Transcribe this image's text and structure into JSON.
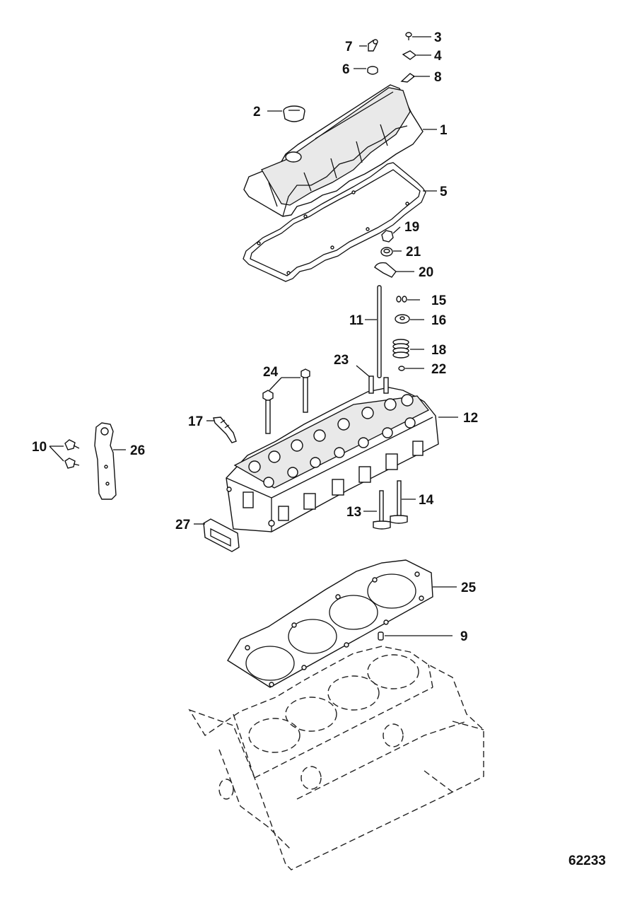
{
  "figure_id": "62233",
  "labels": {
    "p1": "1",
    "p2": "2",
    "p3": "3",
    "p4": "4",
    "p5": "5",
    "p6": "6",
    "p7": "7",
    "p8": "8",
    "p9": "9",
    "p10": "10",
    "p11": "11",
    "p12": "12",
    "p13": "13",
    "p14": "14",
    "p15": "15",
    "p16": "16",
    "p17": "17",
    "p18": "18",
    "p19": "19",
    "p20": "20",
    "p21": "21",
    "p22": "22",
    "p23": "23",
    "p24": "24",
    "p25": "25",
    "p26": "26",
    "p27": "27"
  }
}
